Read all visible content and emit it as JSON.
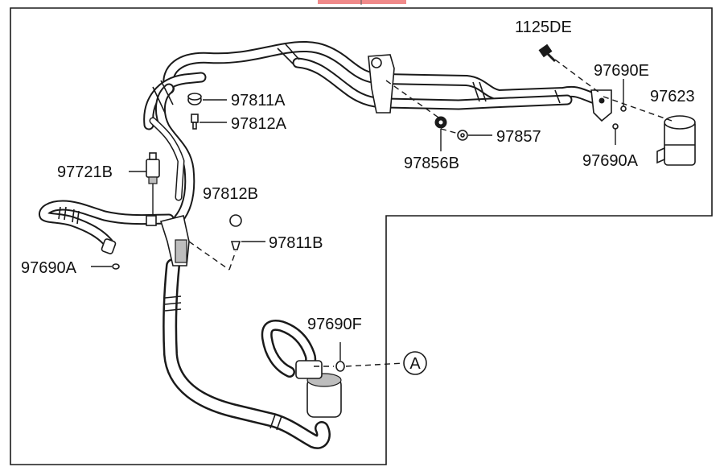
{
  "diagram": {
    "labels": {
      "p1125DE": "1125DE",
      "p97690E": "97690E",
      "p97623": "97623",
      "p97811A": "97811A",
      "p97812A": "97812A",
      "p97857": "97857",
      "p97856B": "97856B",
      "p97690A_right": "97690A",
      "p97721B": "97721B",
      "p97812B": "97812B",
      "p97811B": "97811B",
      "p97690A_left": "97690A",
      "p97690F": "97690F",
      "callout_A": "A"
    }
  }
}
